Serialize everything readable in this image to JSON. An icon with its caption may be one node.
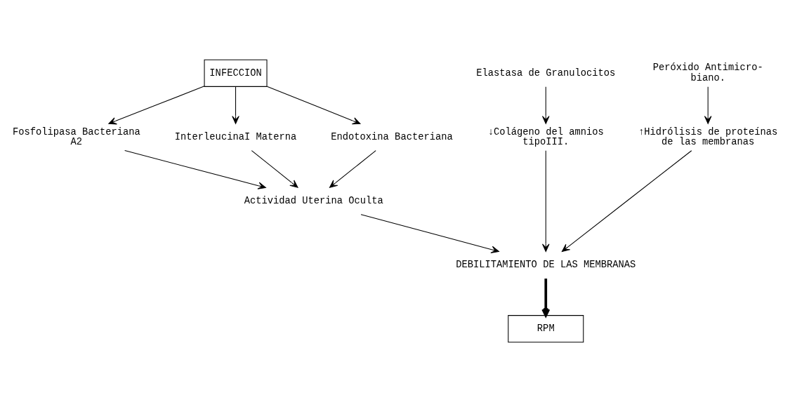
{
  "diagram": {
    "nodes": [
      {
        "text": [
          "INFECCION"
        ]
      },
      {
        "text": [
          "Elastasa de Granulocitos"
        ]
      },
      {
        "text": [
          "Peróxido Antimicro- biano."
        ]
      },
      {
        "text": [
          "Fosfolipasa Bacteriana A2"
        ]
      },
      {
        "text": [
          "InterleucinaI Materna"
        ]
      },
      {
        "text": [
          "Endotoxina Bacteriana"
        ]
      },
      {
        "text": [
          "↓Colágeno del amnios tipoIII."
        ]
      },
      {
        "text": [
          "↑Hidrólisis de proteínas de las membranas"
        ]
      },
      {
        "text": [
          "Actividad Uterina Oculta"
        ]
      },
      {
        "text": [
          "DEBILITAMIENTO DE LAS MEMBRANAS"
        ]
      },
      {
        "text": [
          "RPM"
        ]
      }
    ],
    "edges": [
      {
        "from": 0,
        "to": 3,
        "arrow": "to"
      },
      {
        "from": 0,
        "to": 4,
        "arrow": "to"
      },
      {
        "from": 0,
        "to": 5,
        "arrow": "to"
      },
      {
        "from": 1,
        "to": 6,
        "arrow": "to"
      },
      {
        "from": 2,
        "to": 7,
        "arrow": "to"
      },
      {
        "from": 3,
        "to": 8,
        "arrow": "to"
      },
      {
        "from": 4,
        "to": 8,
        "arrow": "to"
      },
      {
        "from": 5,
        "to": 8,
        "arrow": "to"
      },
      {
        "from": 8,
        "to": 9,
        "arrow": "to"
      },
      {
        "from": 6,
        "to": 9,
        "arrow": "to"
      },
      {
        "from": 7,
        "to": 9,
        "arrow": "to"
      },
      {
        "from": 9,
        "to": 10,
        "arrow": "to",
        "style": "thick"
      }
    ]
  }
}
